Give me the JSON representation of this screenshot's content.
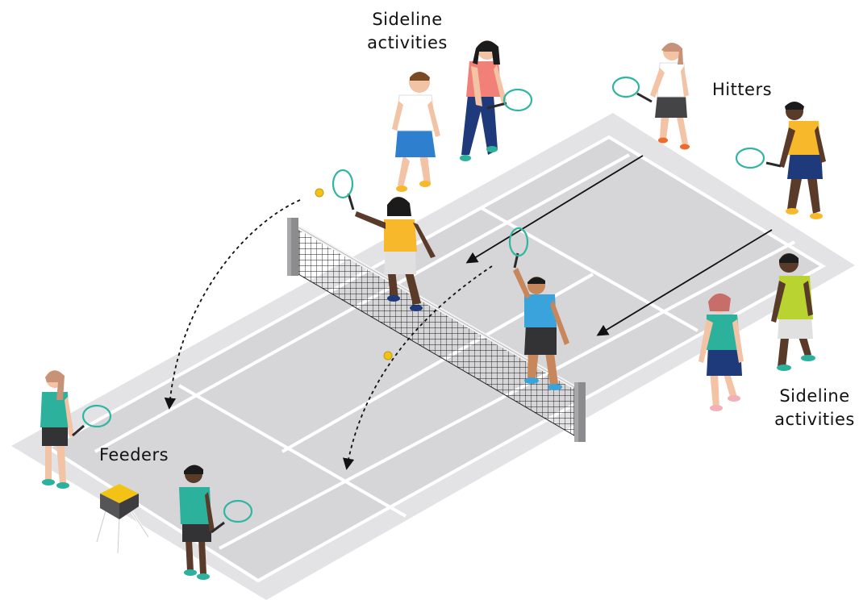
{
  "labels": {
    "sideline_top_line1": "Sideline",
    "sideline_top_line2": "activities",
    "hitters": "Hitters",
    "sideline_right_line1": "Sideline",
    "sideline_right_line2": "activities",
    "feeders": "Feeders"
  },
  "colors": {
    "court_outer": "#e2e2e4",
    "court_inner": "#d4d4d6",
    "court_lines": "#ffffff",
    "net_post": "#8a8a8c",
    "net_mesh": "#222222",
    "racket": "#2fb5a2",
    "ball": "#f2c215",
    "shirt_yellow": "#f7b92b",
    "shirt_teal": "#2bb19c",
    "shirt_coral": "#f08078",
    "shirt_blue": "#3aa3dc",
    "shirt_lime": "#b9d431",
    "skin_dark": "#5a3a28",
    "skin_mid": "#c8875a",
    "skin_light": "#f2c3a5"
  },
  "icons": [
    "tennis-racket-icon",
    "tennis-ball-icon",
    "ball-basket-icon",
    "arrow-icon"
  ]
}
